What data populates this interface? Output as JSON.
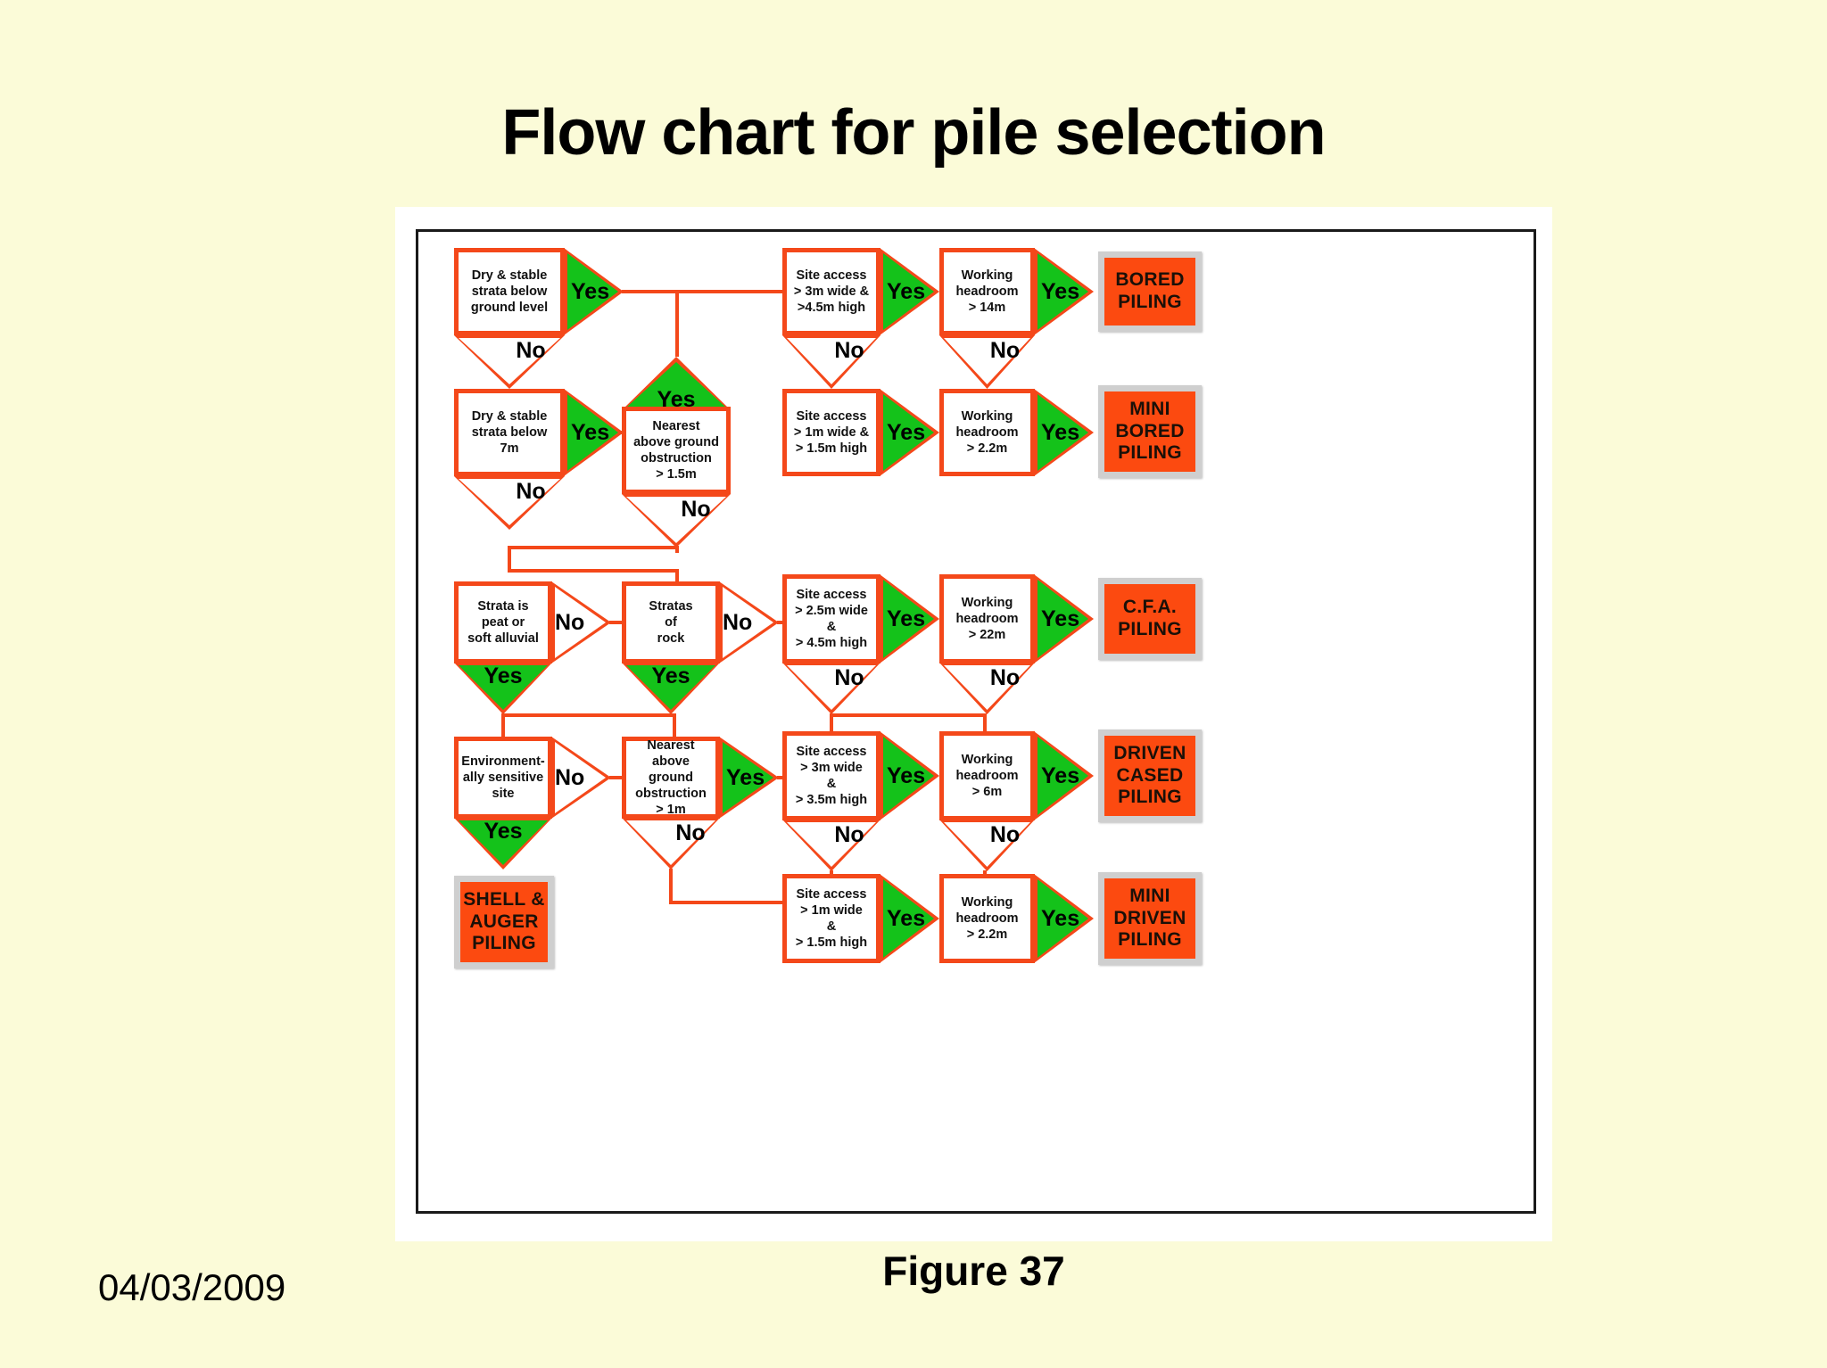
{
  "slide": {
    "title": "Flow chart for pile selection",
    "caption": "Figure 37",
    "date": "04/03/2009"
  },
  "colors": {
    "background": "#fbfbd8",
    "panel": "#ffffff",
    "border": "#1a1a1a",
    "orange": "#f4481a",
    "terminal_fill": "#fc4a10",
    "terminal_plate": "#cfcfcf",
    "green": "#14c21a",
    "text": "#000000"
  },
  "labels": {
    "yes": "Yes",
    "no": "No"
  },
  "flowchart": {
    "type": "decision-flowchart",
    "title": "Flow chart for pile selection",
    "nodes": [
      {
        "id": "q1",
        "kind": "decision",
        "text": "Dry & stable\nstrata below\nground level"
      },
      {
        "id": "q2",
        "kind": "decision",
        "text": "Dry & stable\nstrata below\n7m"
      },
      {
        "id": "q3",
        "kind": "decision",
        "text": "Nearest\nabove ground\nobstruction\n> 1.5m"
      },
      {
        "id": "q4",
        "kind": "decision",
        "text": "Site access\n> 3m wide &\n>4.5m high"
      },
      {
        "id": "q5",
        "kind": "decision",
        "text": "Working\nheadroom\n> 14m"
      },
      {
        "id": "q6",
        "kind": "decision",
        "text": "Site access\n> 1m wide &\n> 1.5m high"
      },
      {
        "id": "q7",
        "kind": "decision",
        "text": "Working\nheadroom\n> 2.2m"
      },
      {
        "id": "q8",
        "kind": "decision",
        "text": "Strata is\npeat or\nsoft alluvial"
      },
      {
        "id": "q9",
        "kind": "decision",
        "text": "Stratas\nof\nrock"
      },
      {
        "id": "q10",
        "kind": "decision",
        "text": "Site access\n> 2.5m wide\n&\n> 4.5m high"
      },
      {
        "id": "q11",
        "kind": "decision",
        "text": "Working\nheadroom\n> 22m"
      },
      {
        "id": "q12",
        "kind": "decision",
        "text": "Environment-\nally sensitive\nsite"
      },
      {
        "id": "q13",
        "kind": "decision",
        "text": "Nearest\nabove ground\nobstruction\n> 1m"
      },
      {
        "id": "q14",
        "kind": "decision",
        "text": "Site access\n> 3m wide\n&\n> 3.5m high"
      },
      {
        "id": "q15",
        "kind": "decision",
        "text": "Working\nheadroom\n> 6m"
      },
      {
        "id": "q16",
        "kind": "decision",
        "text": "Site access\n> 1m wide\n&\n> 1.5m high"
      },
      {
        "id": "q17",
        "kind": "decision",
        "text": "Working\nheadroom\n> 2.2m"
      },
      {
        "id": "t1",
        "kind": "terminal",
        "text": "BORED\nPILING"
      },
      {
        "id": "t2",
        "kind": "terminal",
        "text": "MINI\nBORED\nPILING"
      },
      {
        "id": "t3",
        "kind": "terminal",
        "text": "C.F.A.\nPILING"
      },
      {
        "id": "t4",
        "kind": "terminal",
        "text": "DRIVEN\nCASED\nPILING"
      },
      {
        "id": "t5",
        "kind": "terminal",
        "text": "SHELL &\nAUGER\nPILING"
      },
      {
        "id": "t6",
        "kind": "terminal",
        "text": "MINI\nDRIVEN\nPILING"
      }
    ],
    "edges": [
      {
        "from": "q1",
        "label": "Yes",
        "to": "q4"
      },
      {
        "from": "q1",
        "label": "No",
        "to": "q2"
      },
      {
        "from": "q2",
        "label": "Yes",
        "to": "q3"
      },
      {
        "from": "q2",
        "label": "No",
        "to": "q8"
      },
      {
        "from": "q3",
        "label": "Yes",
        "to": "q4"
      },
      {
        "from": "q3",
        "label": "No",
        "to": "q8"
      },
      {
        "from": "q4",
        "label": "Yes",
        "to": "q5"
      },
      {
        "from": "q4",
        "label": "No",
        "to": "q6"
      },
      {
        "from": "q5",
        "label": "Yes",
        "to": "t1"
      },
      {
        "from": "q5",
        "label": "No",
        "to": "q7"
      },
      {
        "from": "q6",
        "label": "Yes",
        "to": "q7"
      },
      {
        "from": "q7",
        "label": "Yes",
        "to": "t2"
      },
      {
        "from": "q8",
        "label": "No",
        "to": "q9"
      },
      {
        "from": "q8",
        "label": "Yes",
        "to": "q12"
      },
      {
        "from": "q9",
        "label": "No",
        "to": "q10"
      },
      {
        "from": "q9",
        "label": "Yes",
        "to": "q13"
      },
      {
        "from": "q10",
        "label": "Yes",
        "to": "q11"
      },
      {
        "from": "q10",
        "label": "No",
        "to": "q14"
      },
      {
        "from": "q11",
        "label": "Yes",
        "to": "t3"
      },
      {
        "from": "q11",
        "label": "No",
        "to": "q15"
      },
      {
        "from": "q12",
        "label": "No",
        "to": "q13"
      },
      {
        "from": "q12",
        "label": "Yes",
        "to": "t5"
      },
      {
        "from": "q13",
        "label": "Yes",
        "to": "q14"
      },
      {
        "from": "q13",
        "label": "No",
        "to": "q16"
      },
      {
        "from": "q14",
        "label": "Yes",
        "to": "q15"
      },
      {
        "from": "q14",
        "label": "No",
        "to": "q16"
      },
      {
        "from": "q15",
        "label": "Yes",
        "to": "t4"
      },
      {
        "from": "q15",
        "label": "No",
        "to": "q17"
      },
      {
        "from": "q16",
        "label": "Yes",
        "to": "q17"
      },
      {
        "from": "q17",
        "label": "Yes",
        "to": "t6"
      }
    ]
  }
}
